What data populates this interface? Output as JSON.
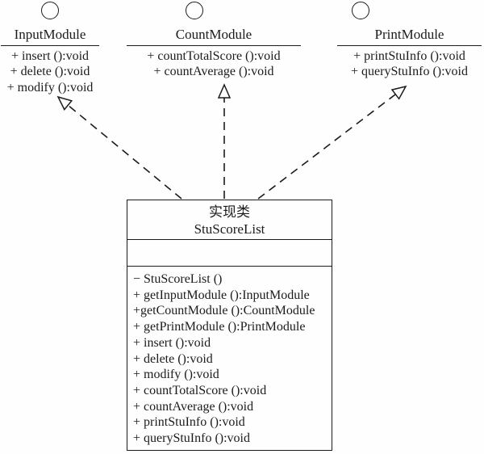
{
  "colors": {
    "ink": "#1b1b1b",
    "paper": "#fefefe"
  },
  "interfaces": [
    {
      "title": "InputModule",
      "methods": [
        "+ insert ():void",
        "+ delete ():void",
        "+ modify ():void"
      ]
    },
    {
      "title": "CountModule",
      "methods": [
        "+ countTotalScore ():void",
        "+ countAverage ():void"
      ]
    },
    {
      "title": "PrintModule",
      "methods": [
        "+ printStuInfo ():void",
        "+ queryStuInfo ():void"
      ]
    }
  ],
  "implementation_class": {
    "stereotype": "实现类",
    "name": "StuScoreList",
    "attributes": [],
    "methods": [
      "− StuScoreList ()",
      "+ getInputModule ():InputModule",
      "+getCountModule ():CountModule",
      "+ getPrintModule ():PrintModule",
      "+ insert ():void",
      "+ delete ():void",
      "+ modify ():void",
      "+ countTotalScore ():void",
      "+ countAverage ():void",
      "+ printStuInfo ():void",
      "+ queryStuInfo ():void"
    ]
  },
  "relationships": [
    {
      "type": "realization",
      "from": "StuScoreList",
      "to": "InputModule"
    },
    {
      "type": "realization",
      "from": "StuScoreList",
      "to": "CountModule"
    },
    {
      "type": "realization",
      "from": "StuScoreList",
      "to": "PrintModule"
    }
  ]
}
